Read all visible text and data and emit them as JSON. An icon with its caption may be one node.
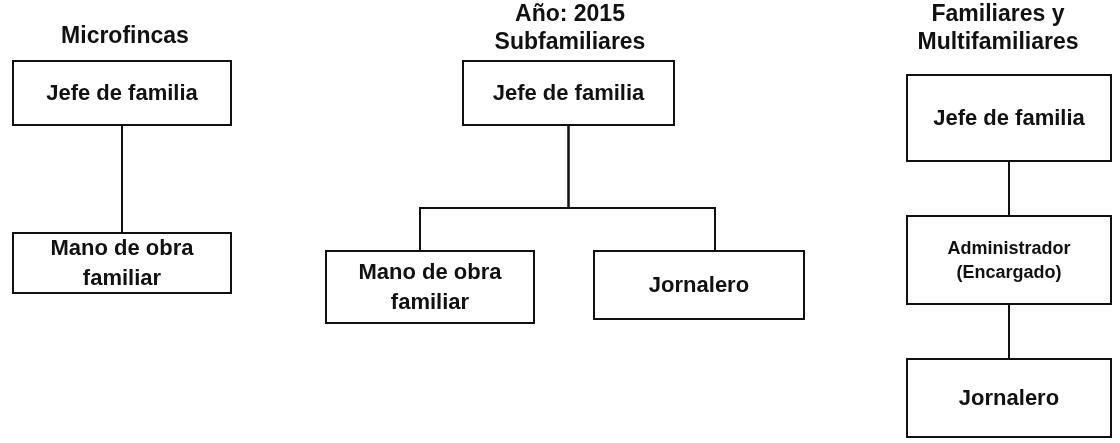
{
  "diagram": {
    "title": "Año: 2015",
    "nodes": [
      {
        "text": [
          "Jefe de familia"
        ]
      },
      {
        "text": [
          "Mano de obra familiar"
        ]
      },
      {
        "text": [
          "Jefe de familia"
        ]
      },
      {
        "text": [
          "Mano de obra familiar"
        ]
      },
      {
        "text": [
          "Jornalero"
        ]
      },
      {
        "text": [
          "Jefe de familia"
        ]
      },
      {
        "text": [
          "Administrador (Encargado)"
        ]
      },
      {
        "text": [
          "Jornalero"
        ]
      }
    ],
    "edges": [
      {
        "from": 0,
        "to": 1,
        "arrow": "none"
      },
      {
        "from": 2,
        "to": 3,
        "arrow": "none"
      },
      {
        "from": 2,
        "to": 4,
        "arrow": "none"
      },
      {
        "from": 5,
        "to": 6,
        "arrow": "none"
      },
      {
        "from": 6,
        "to": 7,
        "arrow": "none"
      }
    ],
    "labels": [
      "Microfincas",
      "Subfamiliares",
      "Familiares y Multifamiliares"
    ]
  }
}
